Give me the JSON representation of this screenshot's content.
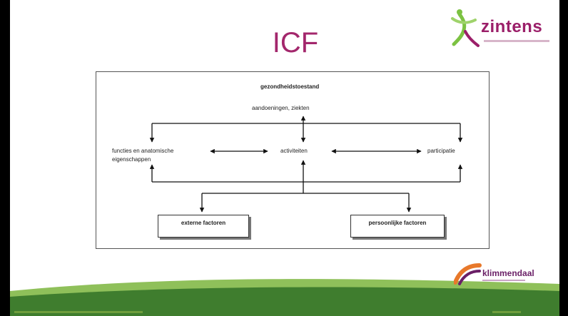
{
  "slide": {
    "title": "ICF"
  },
  "logos": {
    "top_right": {
      "text": "zintens",
      "icon": "zintens-logo-icon"
    },
    "bottom_right": {
      "text": "klimmendaal",
      "icon": "klimmendaal-logo-icon"
    }
  },
  "diagram": {
    "heading": "gezondheidstoestand",
    "condition": "aandoeningen, ziekten",
    "functions_line1": "functies en anatomische",
    "functions_line2": "eigenschappen",
    "activities": "activiteiten",
    "participation": "participatie",
    "external_factors": "externe factoren",
    "personal_factors": "persoonlijke factoren"
  },
  "colors": {
    "title": "#a3276c",
    "band_dark": "#3f7d2e",
    "band_light": "#8fc05a"
  }
}
